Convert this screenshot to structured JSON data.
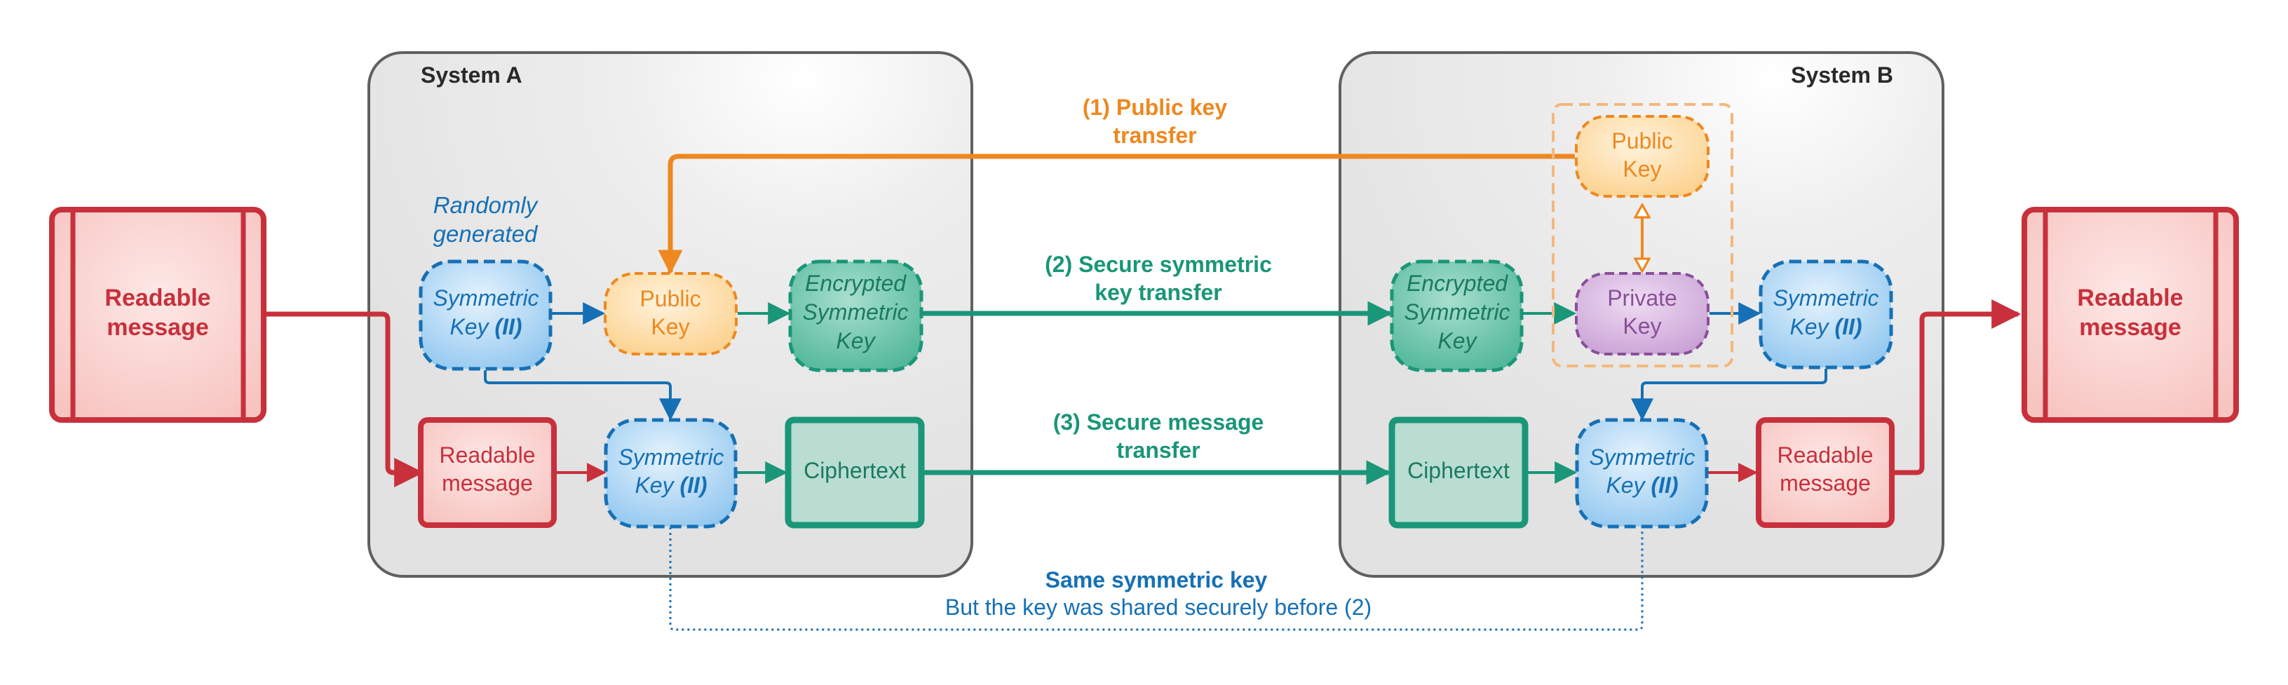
{
  "system_a": {
    "title": "System A"
  },
  "system_b": {
    "title": "System B"
  },
  "left_message": {
    "line1": "Readable",
    "line2": "message"
  },
  "right_message": {
    "line1": "Readable",
    "line2": "message"
  },
  "randomly_generated": {
    "line1": "Randomly",
    "line2": "generated"
  },
  "a_sym_key_top": {
    "line1": "Symmetric",
    "line2": "Key ",
    "line2_bold": "(II)"
  },
  "a_public_key": {
    "line1": "Public",
    "line2": "Key"
  },
  "a_encrypted_key": {
    "line1": "Encrypted",
    "line2": "Symmetric",
    "line3": "Key"
  },
  "a_readable": {
    "line1": "Readable",
    "line2": "message"
  },
  "a_sym_key_bottom": {
    "line1": "Symmetric",
    "line2": "Key ",
    "line2_bold": "(II)"
  },
  "a_ciphertext": {
    "label": "Ciphertext"
  },
  "b_public_key": {
    "line1": "Public",
    "line2": "Key"
  },
  "b_private_key": {
    "line1": "Private",
    "line2": "Key"
  },
  "b_encrypted_key": {
    "line1": "Encrypted",
    "line2": "Symmetric",
    "line3": "Key"
  },
  "b_sym_key_top": {
    "line1": "Symmetric",
    "line2": "Key ",
    "line2_bold": "(II)"
  },
  "b_ciphertext": {
    "label": "Ciphertext"
  },
  "b_sym_key_bottom": {
    "line1": "Symmetric",
    "line2": "Key ",
    "line2_bold": "(II)"
  },
  "b_readable": {
    "line1": "Readable",
    "line2": "message"
  },
  "transfer1": {
    "line1": "(1) Public key",
    "line2": "transfer"
  },
  "transfer2": {
    "line1": "(2) Secure symmetric",
    "line2": "key transfer"
  },
  "transfer3": {
    "line1": "(3) Secure message",
    "line2": "transfer"
  },
  "same_key": {
    "title": "Same symmetric key",
    "subtitle": "But the key was shared securely before (2)"
  },
  "colors": {
    "red": "#c8303c",
    "orange": "#ee8820",
    "teal": "#1a9678",
    "blue": "#1670b5",
    "purple": "#8a4f98",
    "grey_border": "#606060"
  }
}
